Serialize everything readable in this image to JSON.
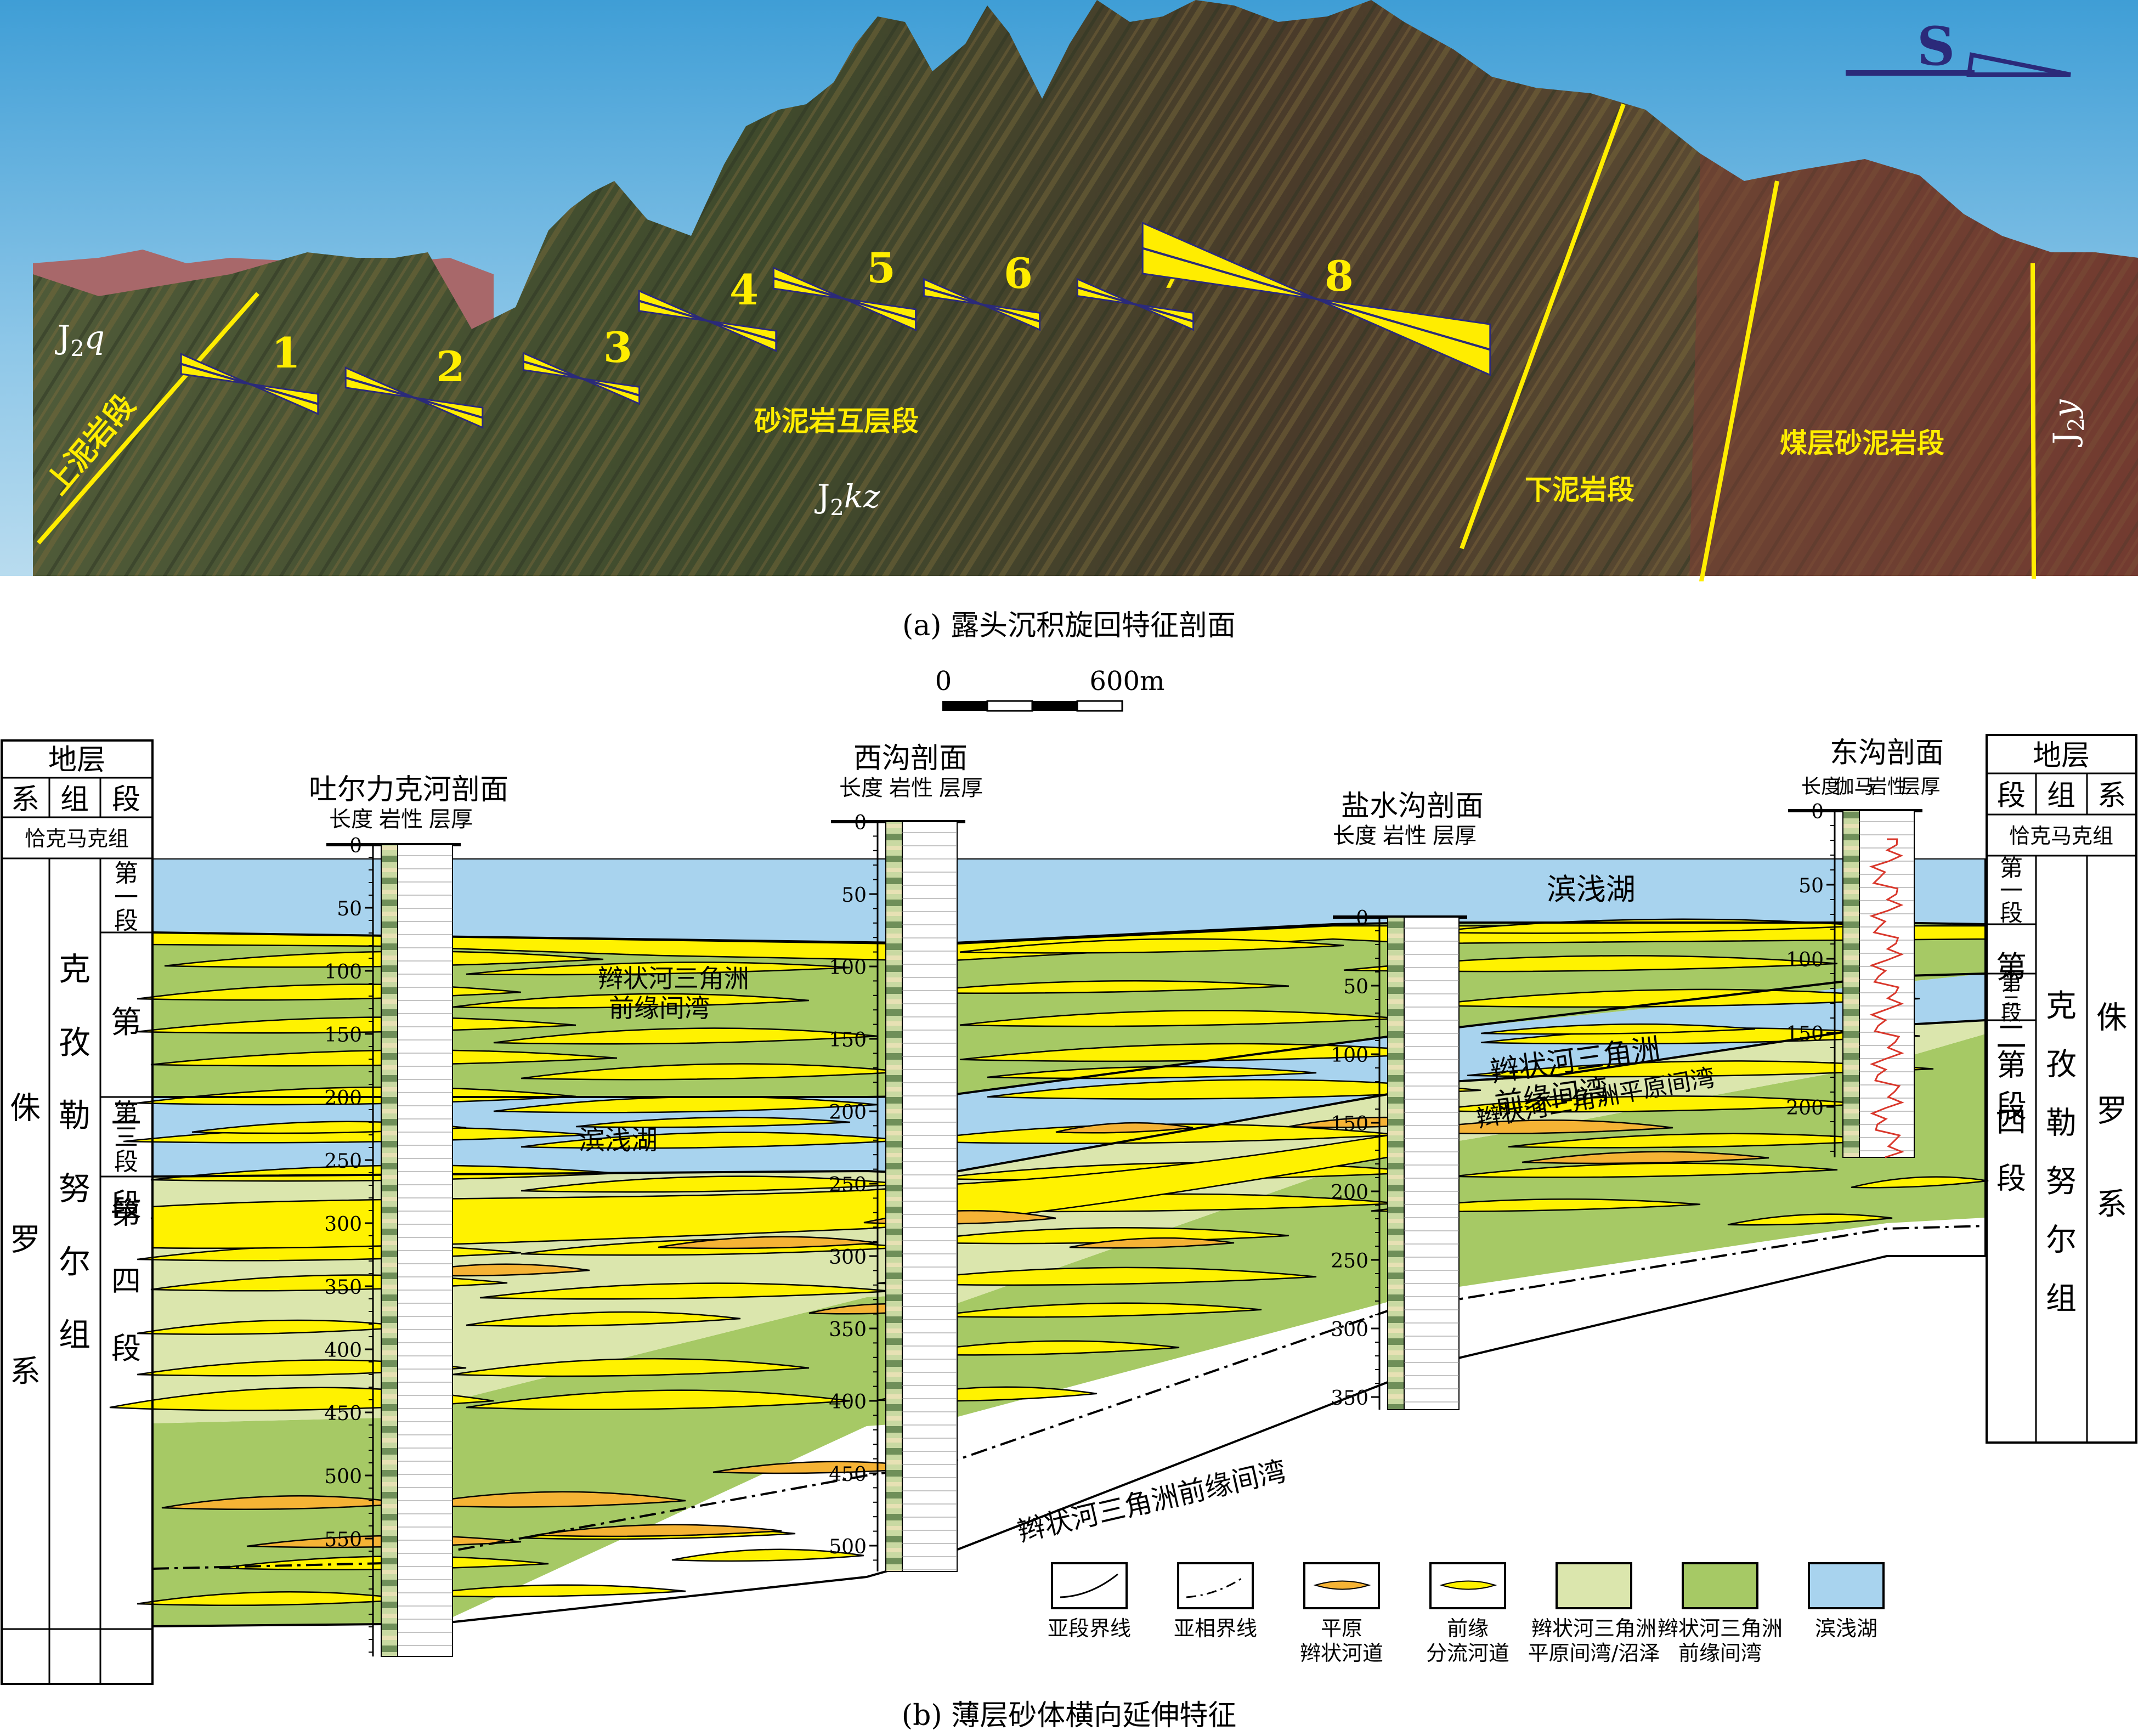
{
  "outcrop": {
    "caption": "(a) 露头沉积旋回特征剖面",
    "direction": "S",
    "formations": {
      "left": {
        "main": "J",
        "sub": "2",
        "italic": "q"
      },
      "center": {
        "main": "J",
        "sub": "2",
        "italic": "kz"
      },
      "right": {
        "main": "J",
        "sub": "2",
        "italic": "y"
      }
    },
    "units": {
      "upper_mudstone": "上泥岩段",
      "sand_mud_interbed": "砂泥岩互层段",
      "lower_mudstone": "下泥岩段",
      "coal_sand_mud": "煤层砂泥岩段"
    },
    "cycle_numbers": [
      "1",
      "2",
      "3",
      "4",
      "5",
      "6",
      "7",
      "8"
    ],
    "colors": {
      "marker": "#ffed00",
      "outline": "#2b2a7a"
    }
  },
  "section": {
    "caption": "(b) 薄层砂体横向延伸特征",
    "scale": {
      "start": "0",
      "end": "600m"
    },
    "left_table": {
      "title": "地层",
      "headers": [
        "系",
        "组",
        "段"
      ],
      "formation_top": "恰克马克组",
      "system": "侏罗系",
      "formation": "克孜勒努尔组",
      "members": [
        "第一段",
        "第二段",
        "第三段",
        "第四段"
      ]
    },
    "right_table": {
      "title": "地层",
      "headers": [
        "段",
        "组",
        "系"
      ],
      "formation_top": "恰克马克组",
      "system": "侏罗系",
      "formation": "克孜勒努尔组",
      "members": [
        "第一段",
        "第二段",
        "第三段",
        "第四段"
      ]
    },
    "columns": [
      {
        "name": "吐尔力克河剖面",
        "headers": [
          "长度",
          "岩性",
          "层厚"
        ],
        "ticks": [
          "0",
          "50",
          "100",
          "150",
          "200",
          "250",
          "300",
          "350",
          "400",
          "450",
          "500",
          "550"
        ]
      },
      {
        "name": "西沟剖面",
        "headers": [
          "长度",
          "岩性",
          "层厚"
        ],
        "ticks": [
          "0",
          "50",
          "100",
          "150",
          "200",
          "250",
          "300",
          "350",
          "400",
          "450",
          "500"
        ]
      },
      {
        "name": "盐水沟剖面",
        "headers": [
          "长度",
          "岩性",
          "层厚"
        ],
        "ticks": [
          "0",
          "50",
          "100",
          "150",
          "200",
          "250",
          "300",
          "350"
        ]
      },
      {
        "name": "东沟剖面",
        "headers": [
          "长度",
          "伽马",
          "岩性",
          "层厚"
        ],
        "ticks": [
          "0",
          "50",
          "100",
          "150",
          "200"
        ]
      }
    ],
    "facies_labels": {
      "shore_lake": "滨浅湖",
      "delta_front_bay": "辫状河三角洲前缘间湾",
      "delta_front_bay_l1": "辫状河三角洲",
      "delta_front_bay_l2": "前缘间湾",
      "plain_bay": "辫状河三角洲平原间湾"
    },
    "legend": [
      {
        "label1": "亚段界线",
        "label2": ""
      },
      {
        "label1": "亚相界线",
        "label2": ""
      },
      {
        "label1": "平原",
        "label2": "辫状河道"
      },
      {
        "label1": "前缘",
        "label2": "分流河道"
      },
      {
        "label1": "辫状河三角洲",
        "label2": "平原间湾/沼泽"
      },
      {
        "label1": "辫状河三角洲",
        "label2": "前缘间湾"
      },
      {
        "label1": "滨浅湖",
        "label2": ""
      }
    ],
    "colors": {
      "lake": "#a8d3ee",
      "front_bay": "#a6c965",
      "plain_bay": "#dbe6ad",
      "front_channel": "#fff200",
      "plain_channel": "#f5b335"
    }
  }
}
